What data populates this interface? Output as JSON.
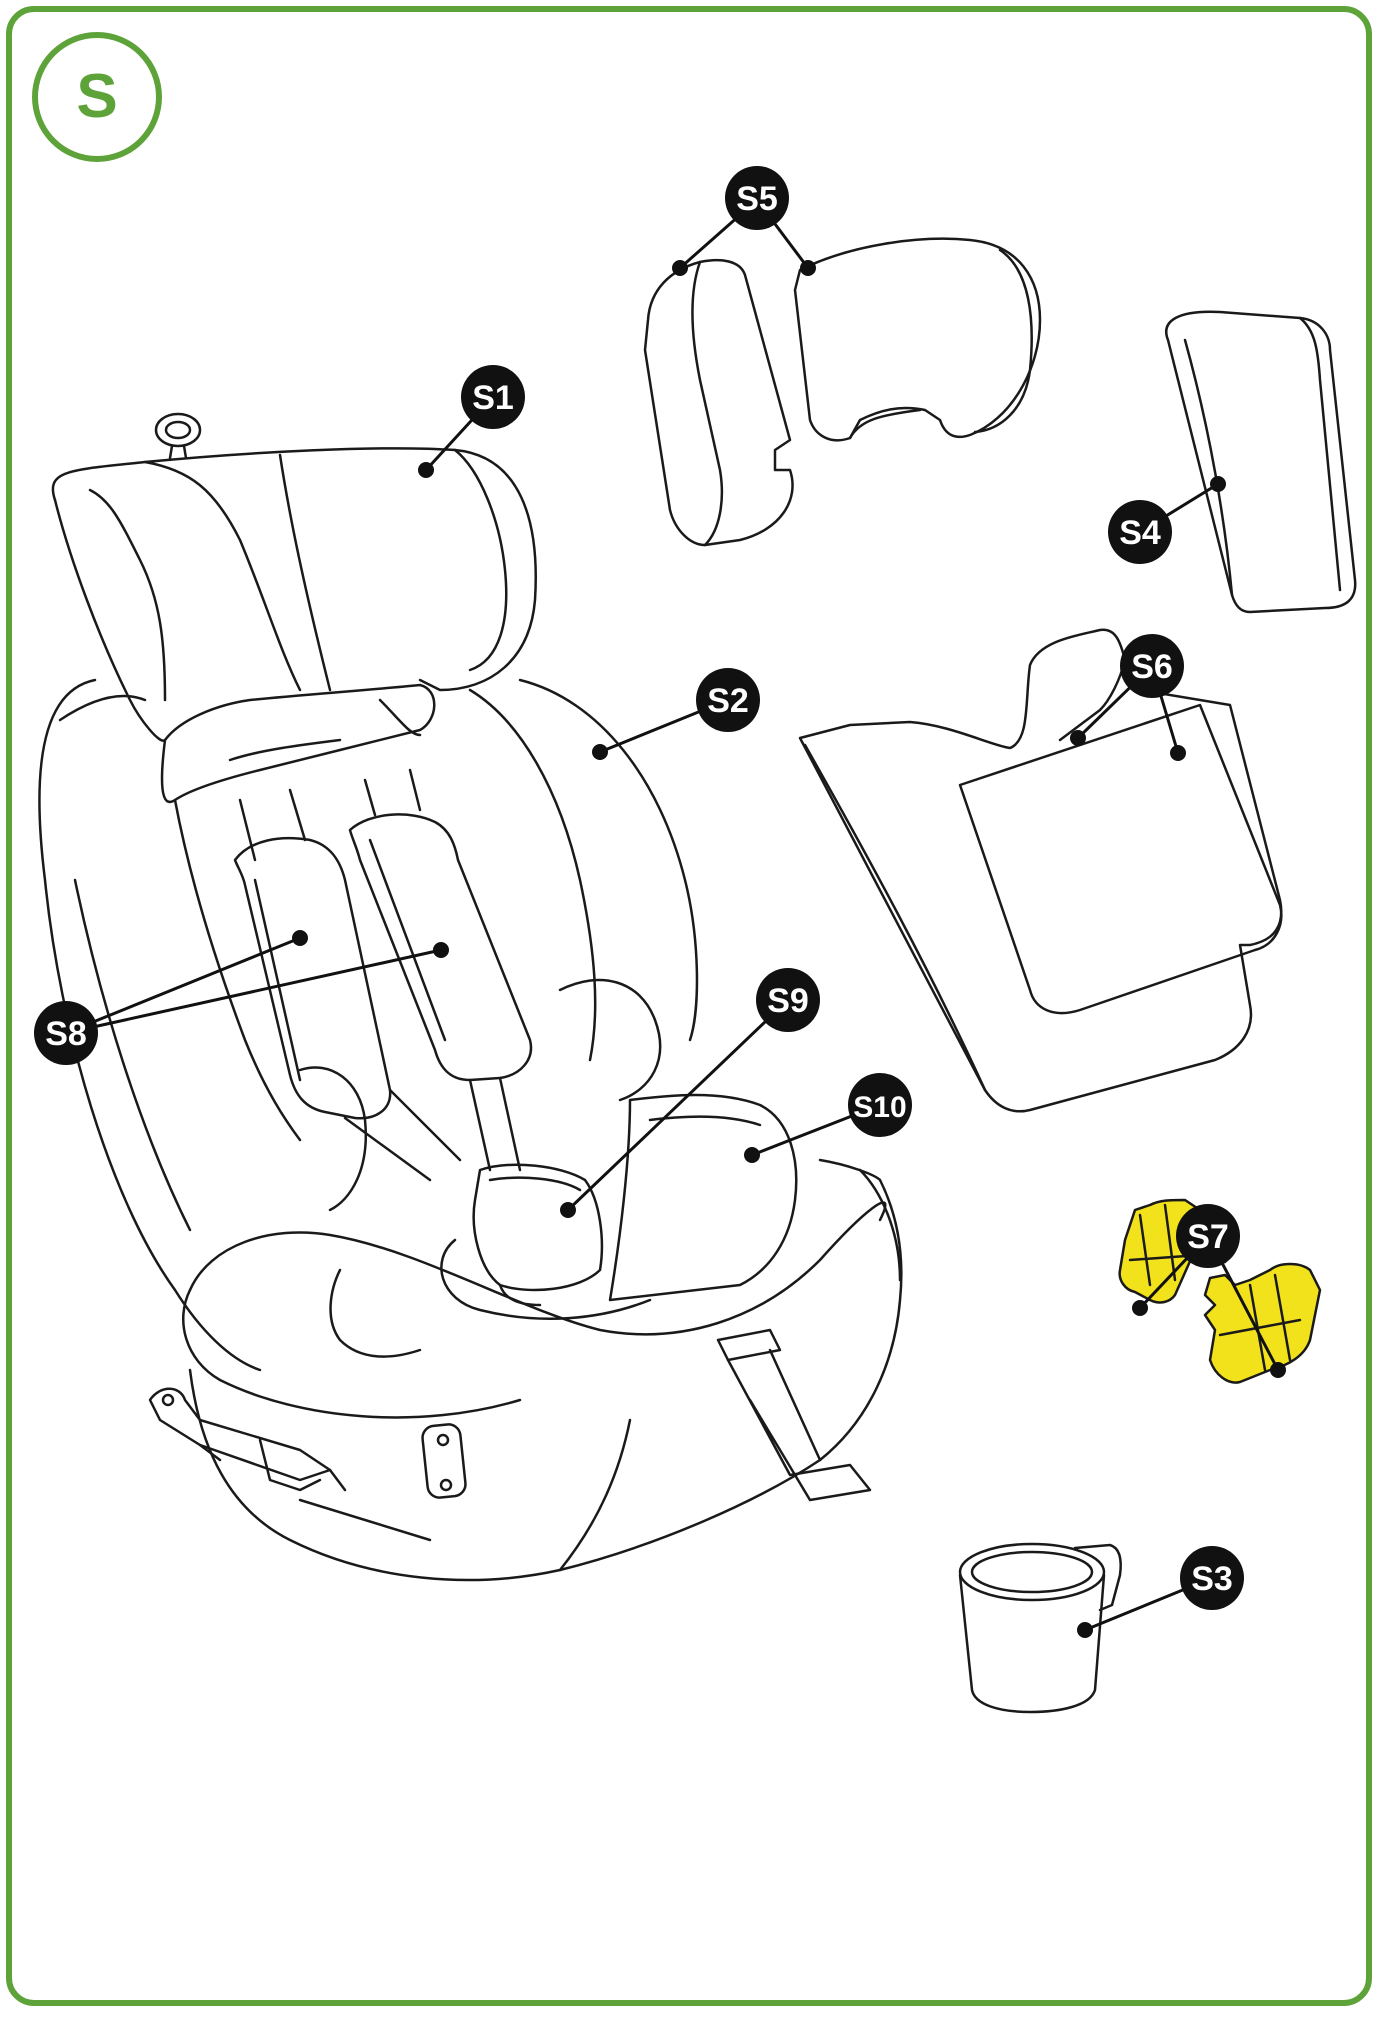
{
  "section": {
    "letter": "S"
  },
  "colors": {
    "frame": "#5ea33a",
    "accent_part": "#f2e21c",
    "callout_bg": "#111111",
    "line": "#1a1a1a"
  },
  "parts": [
    {
      "id": "S1"
    },
    {
      "id": "S2"
    },
    {
      "id": "S3"
    },
    {
      "id": "S4"
    },
    {
      "id": "S5"
    },
    {
      "id": "S6"
    },
    {
      "id": "S7"
    },
    {
      "id": "S8"
    },
    {
      "id": "S9"
    },
    {
      "id": "S10"
    }
  ]
}
